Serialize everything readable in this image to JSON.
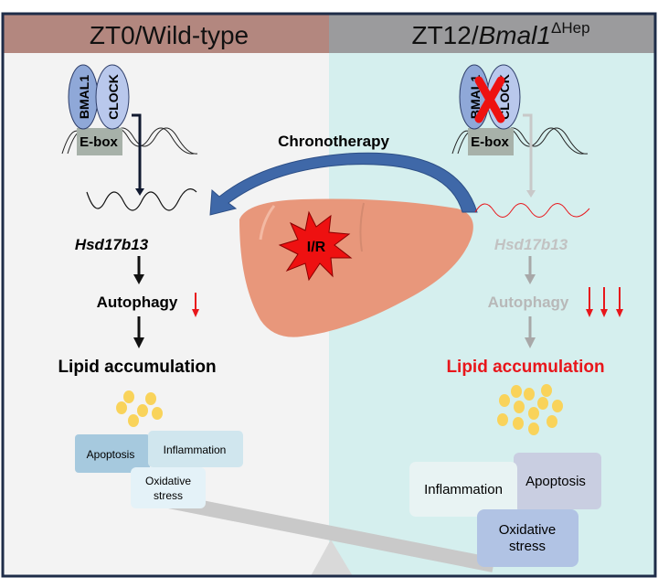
{
  "left_panel": {
    "title": "ZT0/Wild-type",
    "protein_a": "BMAL1",
    "protein_b": "CLOCK",
    "promoter": "E-box",
    "gene": "Hsd17b13",
    "process": "Autophagy",
    "outcome": "Lipid accumulation",
    "boxes": [
      "Apoptosis",
      "Inflammation",
      "Oxidative",
      "stress"
    ]
  },
  "right_panel": {
    "title_prefix": "ZT12/",
    "title_gene": "Bmal1",
    "title_sup": "ΔHep",
    "protein_a": "BMAL1",
    "protein_b": "CLOCK",
    "promoter": "E-box",
    "gene": "Hsd17b13",
    "process": "Autophagy",
    "outcome": "Lipid accumulation",
    "boxes": [
      "Inflammation",
      "Apoptosis",
      "Oxidative",
      "stress"
    ]
  },
  "center": {
    "therapy": "Chronotherapy",
    "injury": "I/R"
  },
  "colors": {
    "left_header": "#b3877f",
    "right_header": "#9b9b9d",
    "left_bg": "#f3f3f3",
    "right_bg": "#d5efee",
    "liver": "#e8977b",
    "arrow_blue": "#3f68a8",
    "red": "#e8161b",
    "lipid": "#f9d35a",
    "frame": "#1e2c48"
  }
}
